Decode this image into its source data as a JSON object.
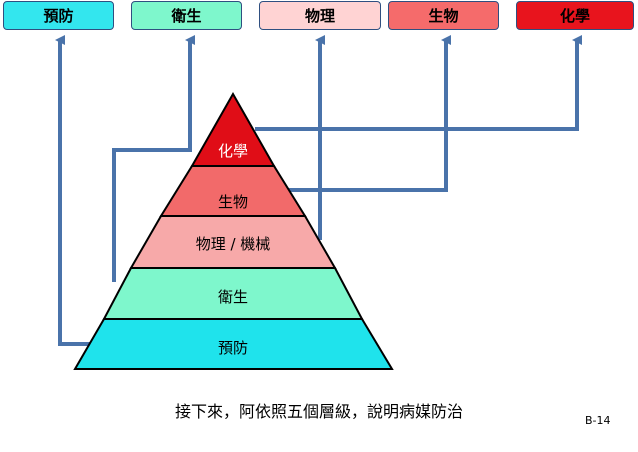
{
  "tabs": [
    {
      "key": "prevention",
      "label": "預防",
      "color": "#33e6ee"
    },
    {
      "key": "sanitation",
      "label": "衛生",
      "color": "#7ef7cc"
    },
    {
      "key": "physics",
      "label": "物理",
      "color": "#ffd3d3"
    },
    {
      "key": "biology",
      "label": "生物",
      "color": "#f56b6b"
    },
    {
      "key": "chemistry",
      "label": "化學",
      "color": "#e8141d"
    }
  ],
  "pyramid": [
    {
      "key": "chemistry",
      "label": "化學",
      "color": "#e00d17",
      "text_color": "#ffffff"
    },
    {
      "key": "biology",
      "label": "生物",
      "color": "#f26a6a",
      "text_color": "#000000"
    },
    {
      "key": "physics",
      "label": "物理 / 機械",
      "color": "#f7a9a9",
      "text_color": "#000000"
    },
    {
      "key": "sanitation",
      "label": "衛生",
      "color": "#7ef7cc",
      "text_color": "#000000"
    },
    {
      "key": "prevention",
      "label": "預防",
      "color": "#1fe3ec",
      "text_color": "#000000"
    }
  ],
  "arrow_color": "#4a73aa",
  "caption": "接下來，阿依照五個層級，說明病媒防治",
  "slide_number": "B-14"
}
